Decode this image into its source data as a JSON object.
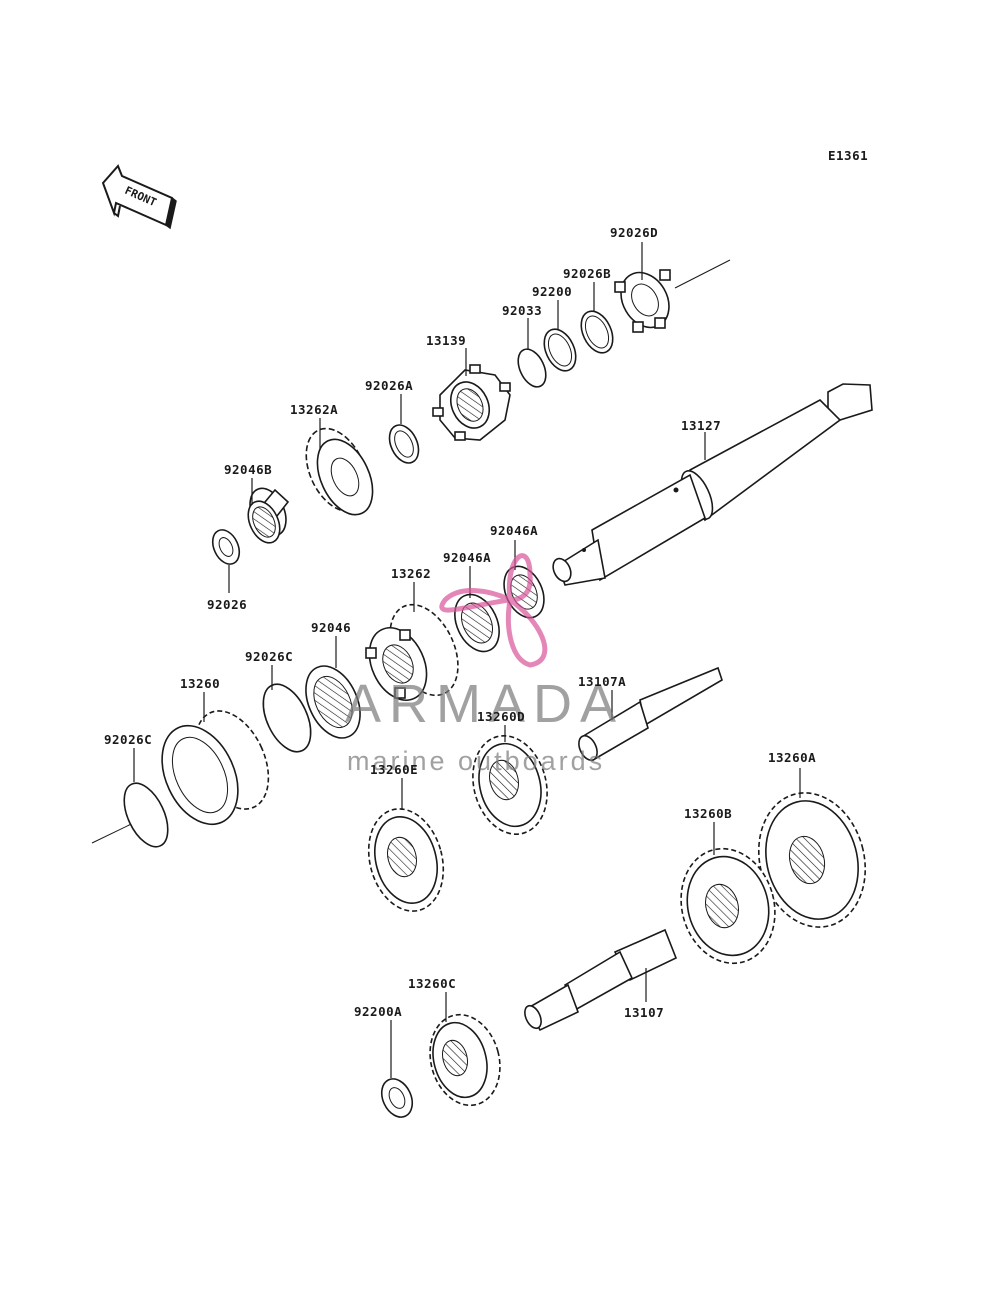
{
  "diagram_code": "E1361",
  "front_arrow_label": "FRONT",
  "watermark": {
    "brand": "ARMADA",
    "tagline": "marine outboards",
    "accent_color": "#d9559b"
  },
  "parts": [
    {
      "id": "p92026D",
      "text": "92026D"
    },
    {
      "id": "p92026B",
      "text": "92026B"
    },
    {
      "id": "p92200",
      "text": "92200"
    },
    {
      "id": "p92033",
      "text": "92033"
    },
    {
      "id": "p13139",
      "text": "13139"
    },
    {
      "id": "p92026A",
      "text": "92026A"
    },
    {
      "id": "p13262A",
      "text": "13262A"
    },
    {
      "id": "p92046B",
      "text": "92046B"
    },
    {
      "id": "p92026",
      "text": "92026"
    },
    {
      "id": "p13127",
      "text": "13127"
    },
    {
      "id": "p92046A_1",
      "text": "92046A"
    },
    {
      "id": "p92046A_2",
      "text": "92046A"
    },
    {
      "id": "p13262",
      "text": "13262"
    },
    {
      "id": "p92046",
      "text": "92046"
    },
    {
      "id": "p92026C_1",
      "text": "92026C"
    },
    {
      "id": "p13260",
      "text": "13260"
    },
    {
      "id": "p92026C_2",
      "text": "92026C"
    },
    {
      "id": "p13107A",
      "text": "13107A"
    },
    {
      "id": "p13260D",
      "text": "13260D"
    },
    {
      "id": "p13260E",
      "text": "13260E"
    },
    {
      "id": "p13260A",
      "text": "13260A"
    },
    {
      "id": "p13260B",
      "text": "13260B"
    },
    {
      "id": "p13260C",
      "text": "13260C"
    },
    {
      "id": "p13107",
      "text": "13107"
    },
    {
      "id": "p92200A",
      "text": "92200A"
    }
  ]
}
